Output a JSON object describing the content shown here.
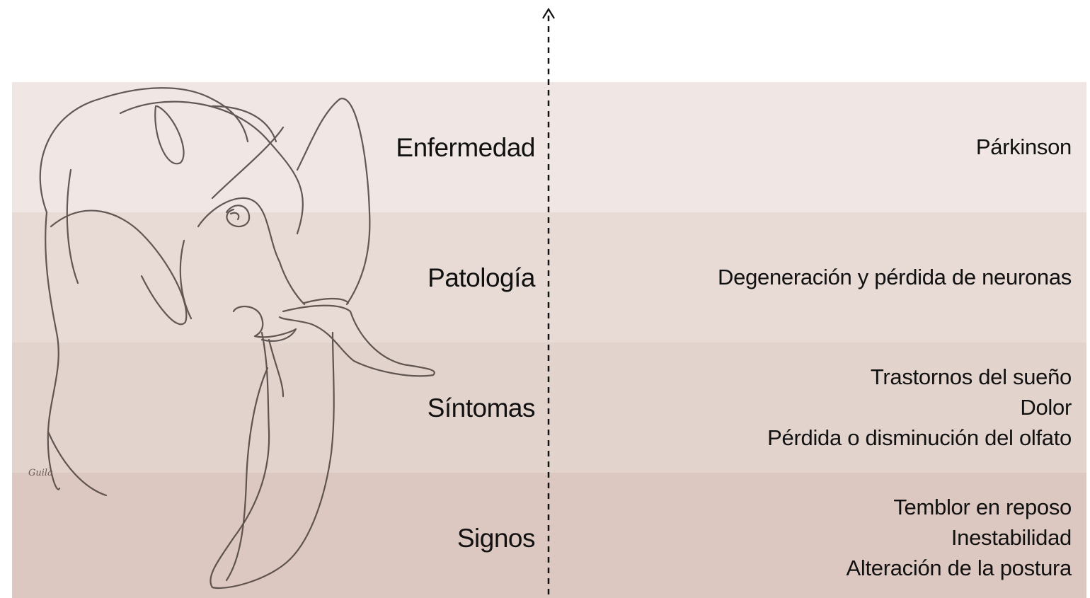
{
  "rows": [
    {
      "label": "Enfermedad",
      "values": [
        "Párkinson"
      ]
    },
    {
      "label": "Patología",
      "values": [
        "Degeneración y pérdida de neuronas"
      ]
    },
    {
      "label": "Síntomas",
      "values": [
        "Trastornos del sueño",
        "Dolor",
        "Pérdida o disminución del olfato"
      ]
    },
    {
      "label": "Signos",
      "values": [
        "Temblor en reposo",
        "Inestabilidad",
        "Alteración de la postura"
      ]
    }
  ],
  "illustration": {
    "subject": "elephant-line-drawing",
    "signature": "Guila"
  },
  "colors": {
    "band_1": "#f0e7e4",
    "band_2": "#e8dbd6",
    "band_3": "#e3d3cd",
    "band_4": "#ddc8c1",
    "line": "#4a3f3b",
    "axis": "#111111"
  }
}
